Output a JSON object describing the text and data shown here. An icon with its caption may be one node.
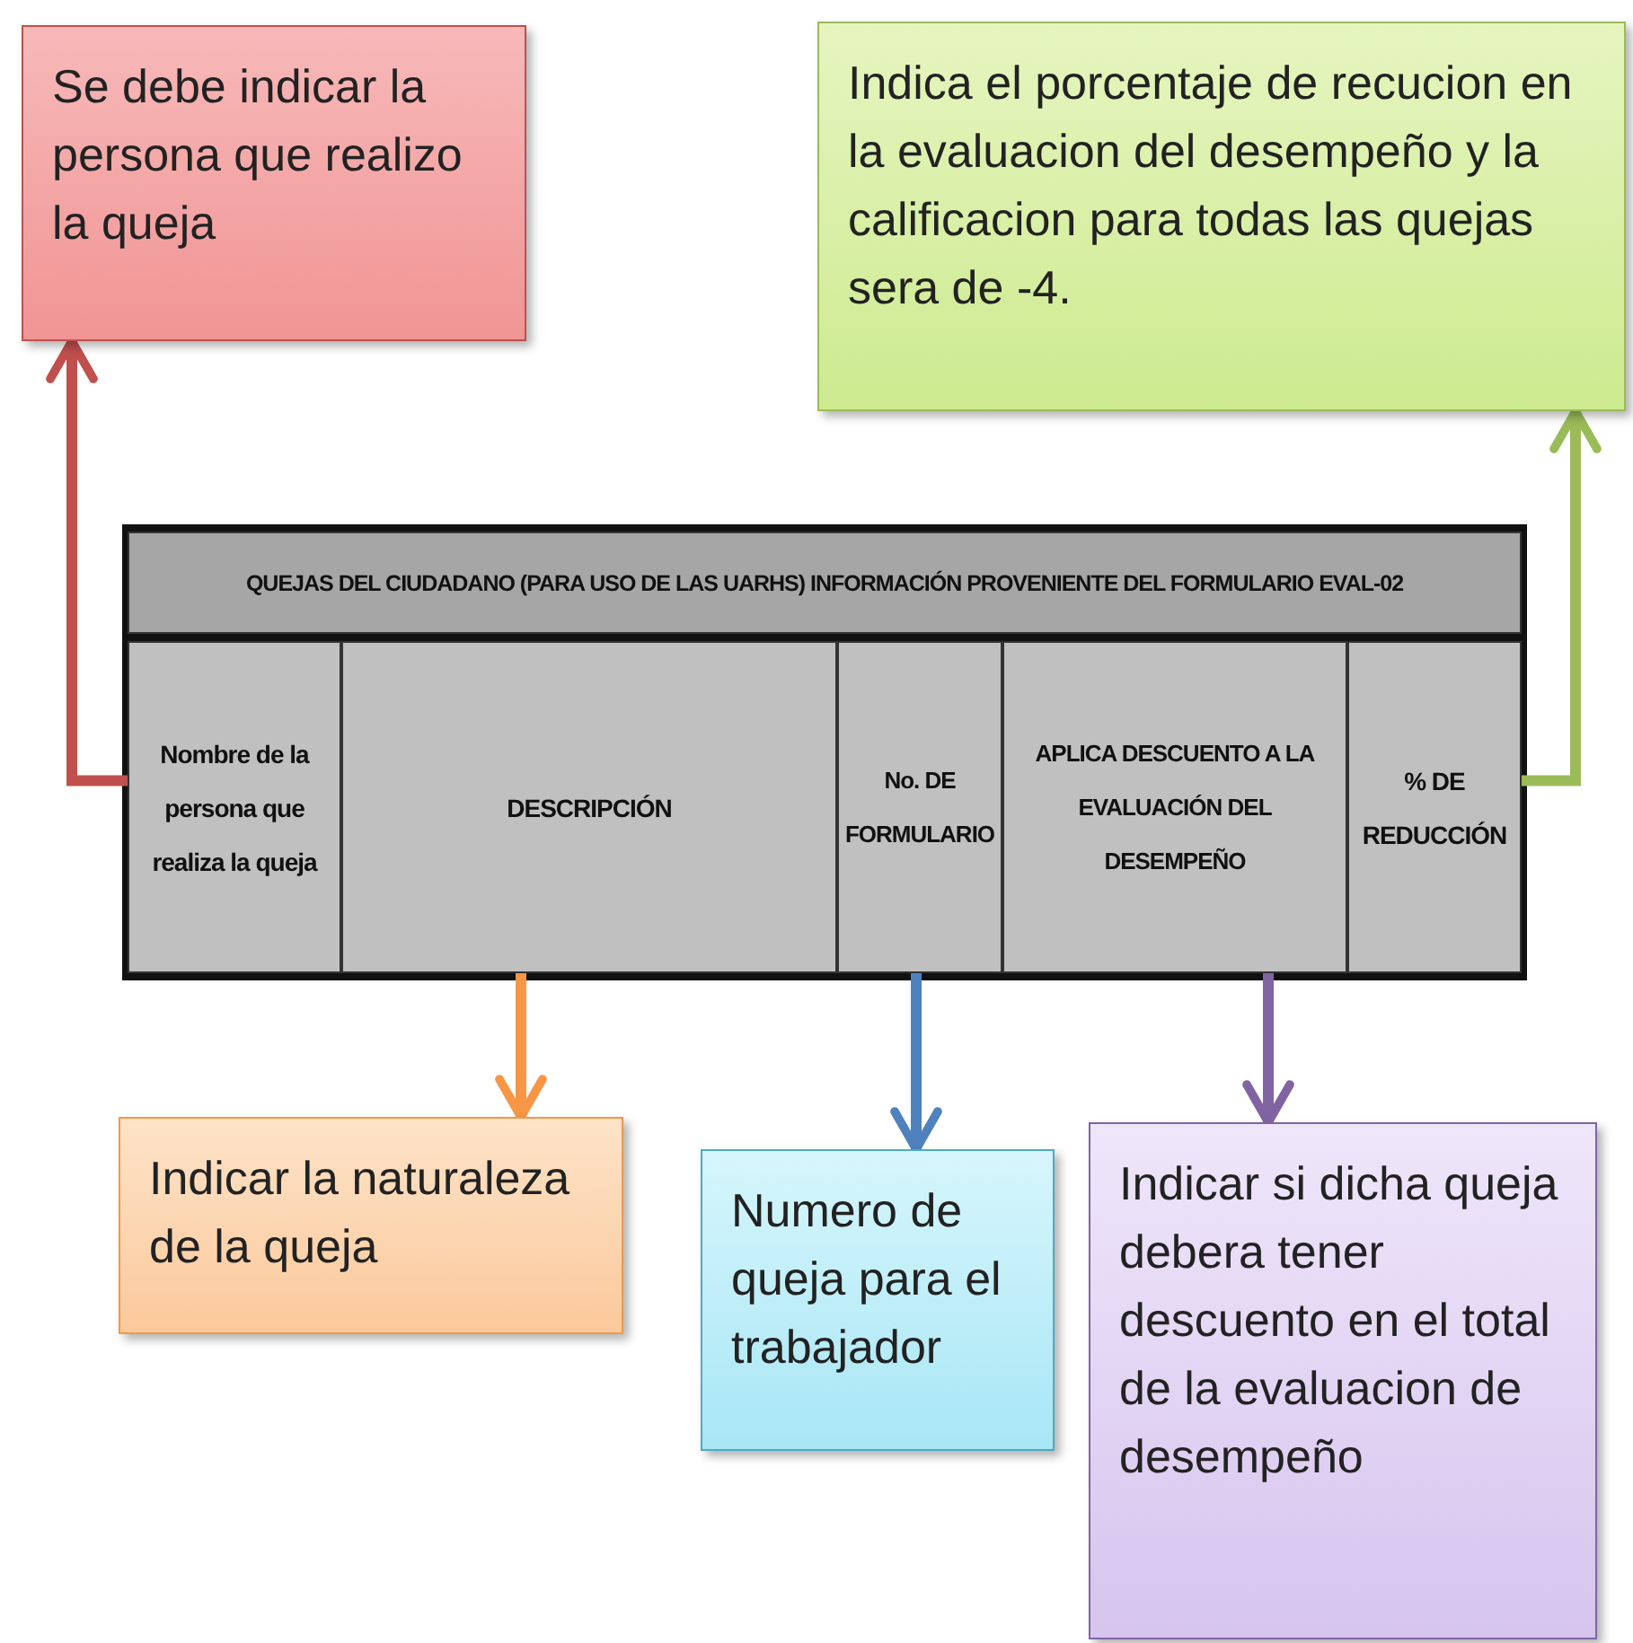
{
  "diagram": {
    "nodes": [
      {
        "text": [
          "Se debe indicar la persona que realizo la queja"
        ]
      },
      {
        "text": [
          "Indica el porcentaje de recucion en la evaluacion del desempeño y la calificacion para todas las quejas sera de -4."
        ]
      },
      {
        "text": [
          "QUEJAS DEL CIUDADANO (PARA USO DE LAS UARHS) INFORMACIÓN PROVENIENTE DEL FORMULARIO EVAL-02"
        ]
      },
      {
        "text": [
          "Nombre de la persona que realiza la queja"
        ]
      },
      {
        "text": [
          "DESCRIPCIÓN"
        ]
      },
      {
        "text": [
          "No. DE FORMULARIO"
        ]
      },
      {
        "text": [
          "APLICA DESCUENTO A LA EVALUACIÓN DEL DESEMPEÑO"
        ]
      },
      {
        "text": [
          "% DE REDUCCIÓN"
        ]
      },
      {
        "text": [
          "Indicar la naturaleza de la queja"
        ]
      },
      {
        "text": [
          "Numero de queja para el trabajador"
        ]
      },
      {
        "text": [
          "Indicar si dicha queja debera tener descuento en el total de la evaluacion de desempeño"
        ]
      }
    ],
    "edges": [
      {
        "from": 3,
        "to": 0,
        "arrow": "to",
        "color": "#c0504d"
      },
      {
        "from": 7,
        "to": 1,
        "arrow": "to",
        "color": "#9bbb59"
      },
      {
        "from": 4,
        "to": 8,
        "arrow": "to",
        "color": "#f79646"
      },
      {
        "from": 5,
        "to": 9,
        "arrow": "to",
        "color": "#4f81bd"
      },
      {
        "from": 6,
        "to": 10,
        "arrow": "to",
        "color": "#8064a2"
      }
    ]
  }
}
